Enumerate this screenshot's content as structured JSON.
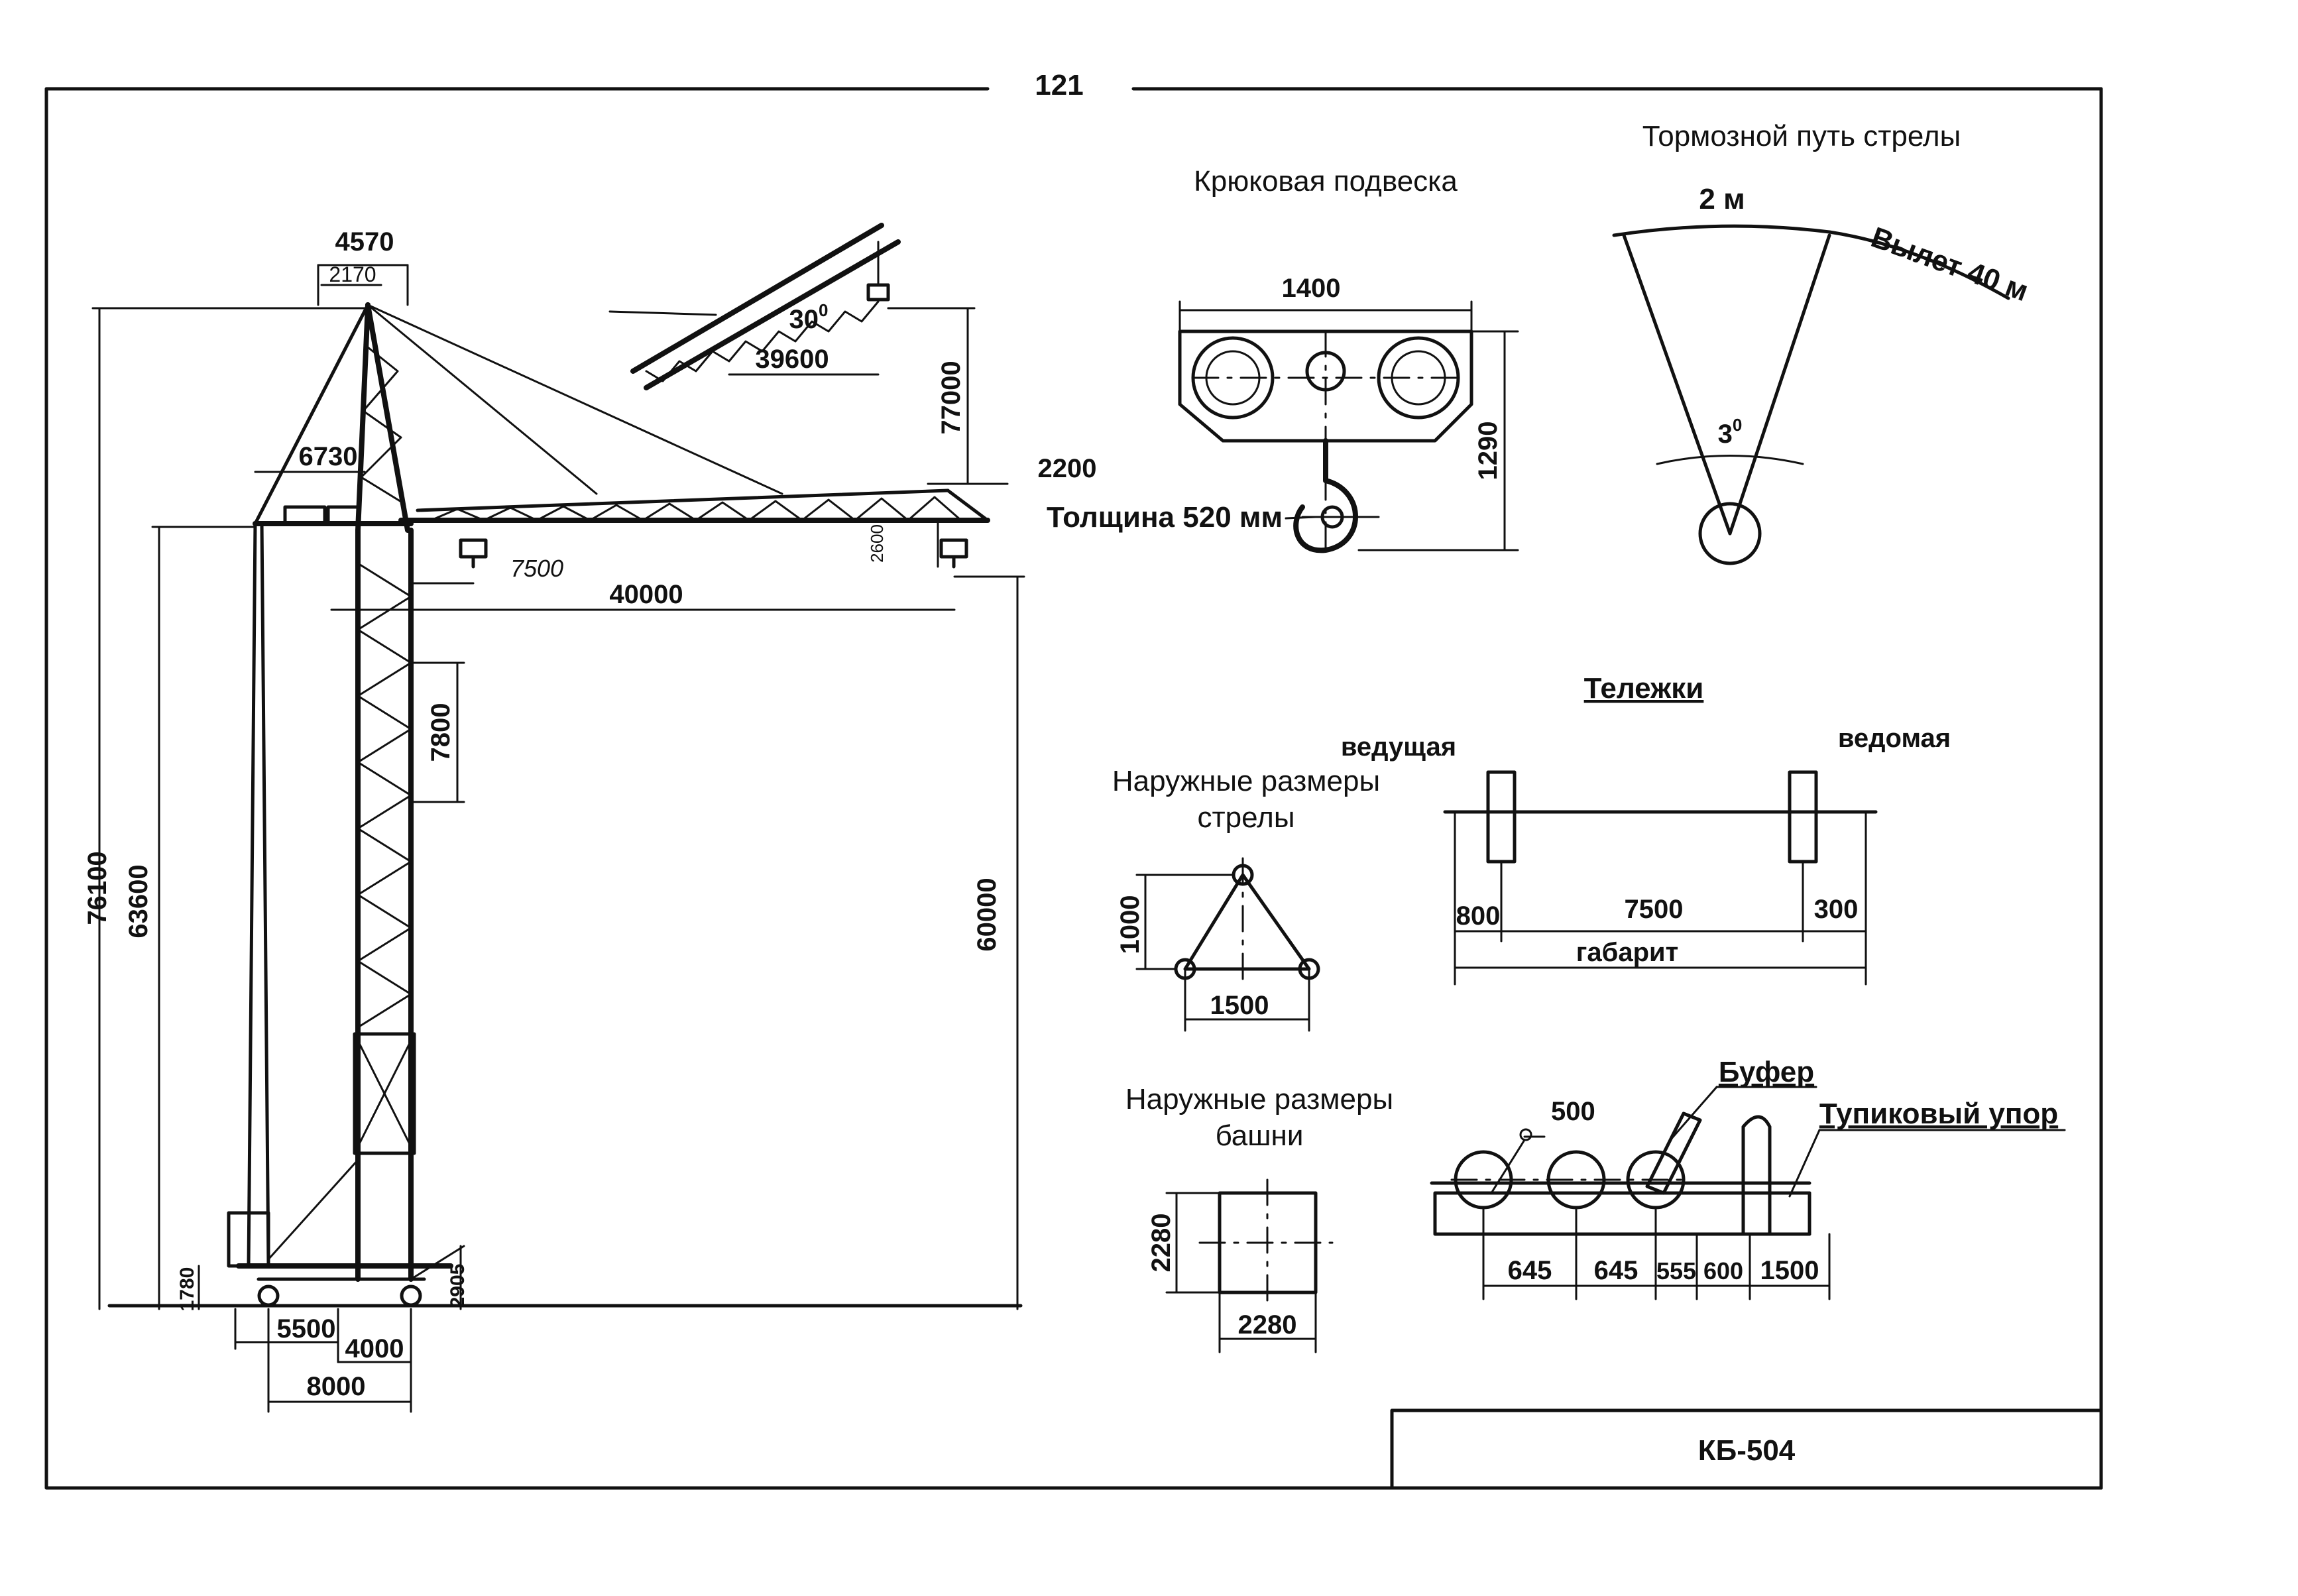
{
  "page_number": "121",
  "crane": {
    "dims": {
      "top_width": "4570",
      "top_inner": "2170",
      "counter_jib": "6730",
      "total_height": "76100",
      "tower_height": "63600",
      "hook_height": "60000",
      "section": "7800",
      "trolley_min": "7500",
      "jib_reach": "40000",
      "jib_tip_height": "2200",
      "jib_tip_drop": "2600",
      "jib_length_raised": "39600",
      "raised_angle": "30",
      "raised_height": "77000",
      "base_height": "1780",
      "base_right": "2905",
      "track_5500": "5500",
      "track_4000": "4000",
      "track_8000": "8000"
    }
  },
  "hook": {
    "title": "Крюковая подвеска",
    "width": "1400",
    "height": "1290",
    "thickness_label": "Толщина 520 мм"
  },
  "brake": {
    "title": "Тормозной путь стрелы",
    "arc_label": "2 м",
    "reach_label": "Вылет 40 м",
    "angle": "3"
  },
  "bogies": {
    "title": "Тележки",
    "driving": "ведущая",
    "driven": "ведомая",
    "d800": "800",
    "d7500": "7500",
    "d300": "300",
    "gabarit": "габарит"
  },
  "jib_section": {
    "title_line1": "Наружные размеры",
    "title_line2": "стрелы",
    "height": "1000",
    "width": "1500"
  },
  "tower_section": {
    "title_line1": "Наружные размеры",
    "title_line2": "башни",
    "height": "2280",
    "width": "2280"
  },
  "buffer": {
    "buffer_label": "Буфер",
    "stop_label": "Тупиковый упор",
    "diameter": "500",
    "d1": "645",
    "d2": "645",
    "d3": "555",
    "d4": "600",
    "d5": "1500"
  },
  "model": "КБ-504"
}
